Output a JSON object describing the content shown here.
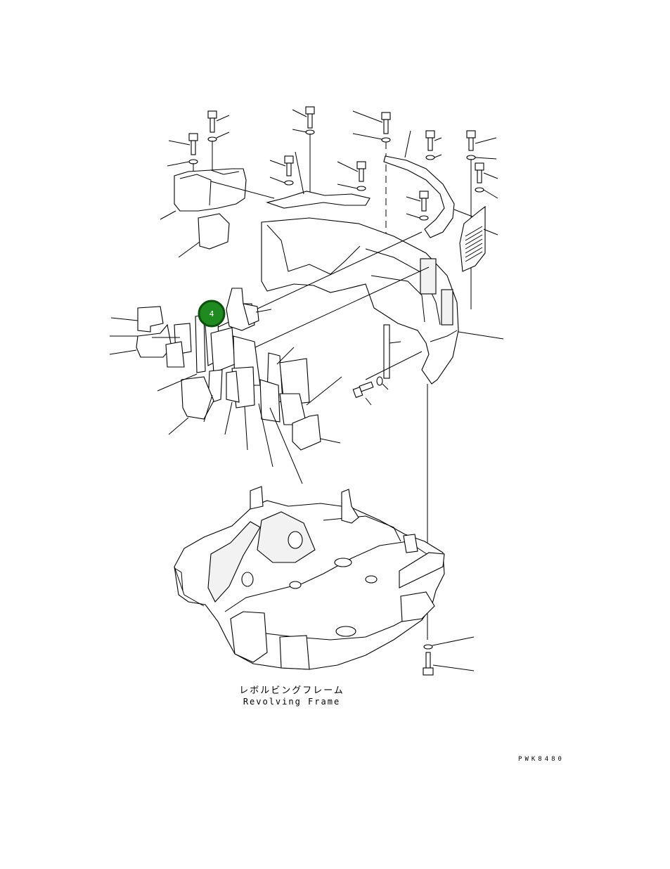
{
  "callout": {
    "number": "4",
    "fill": "#1f8a1f",
    "ring": "#0d4f0d",
    "text_color": "#ffffff"
  },
  "frame_label": {
    "jp": "レボルビングフレーム",
    "en": "Revolving Frame"
  },
  "drawing_code": "PWK8480"
}
